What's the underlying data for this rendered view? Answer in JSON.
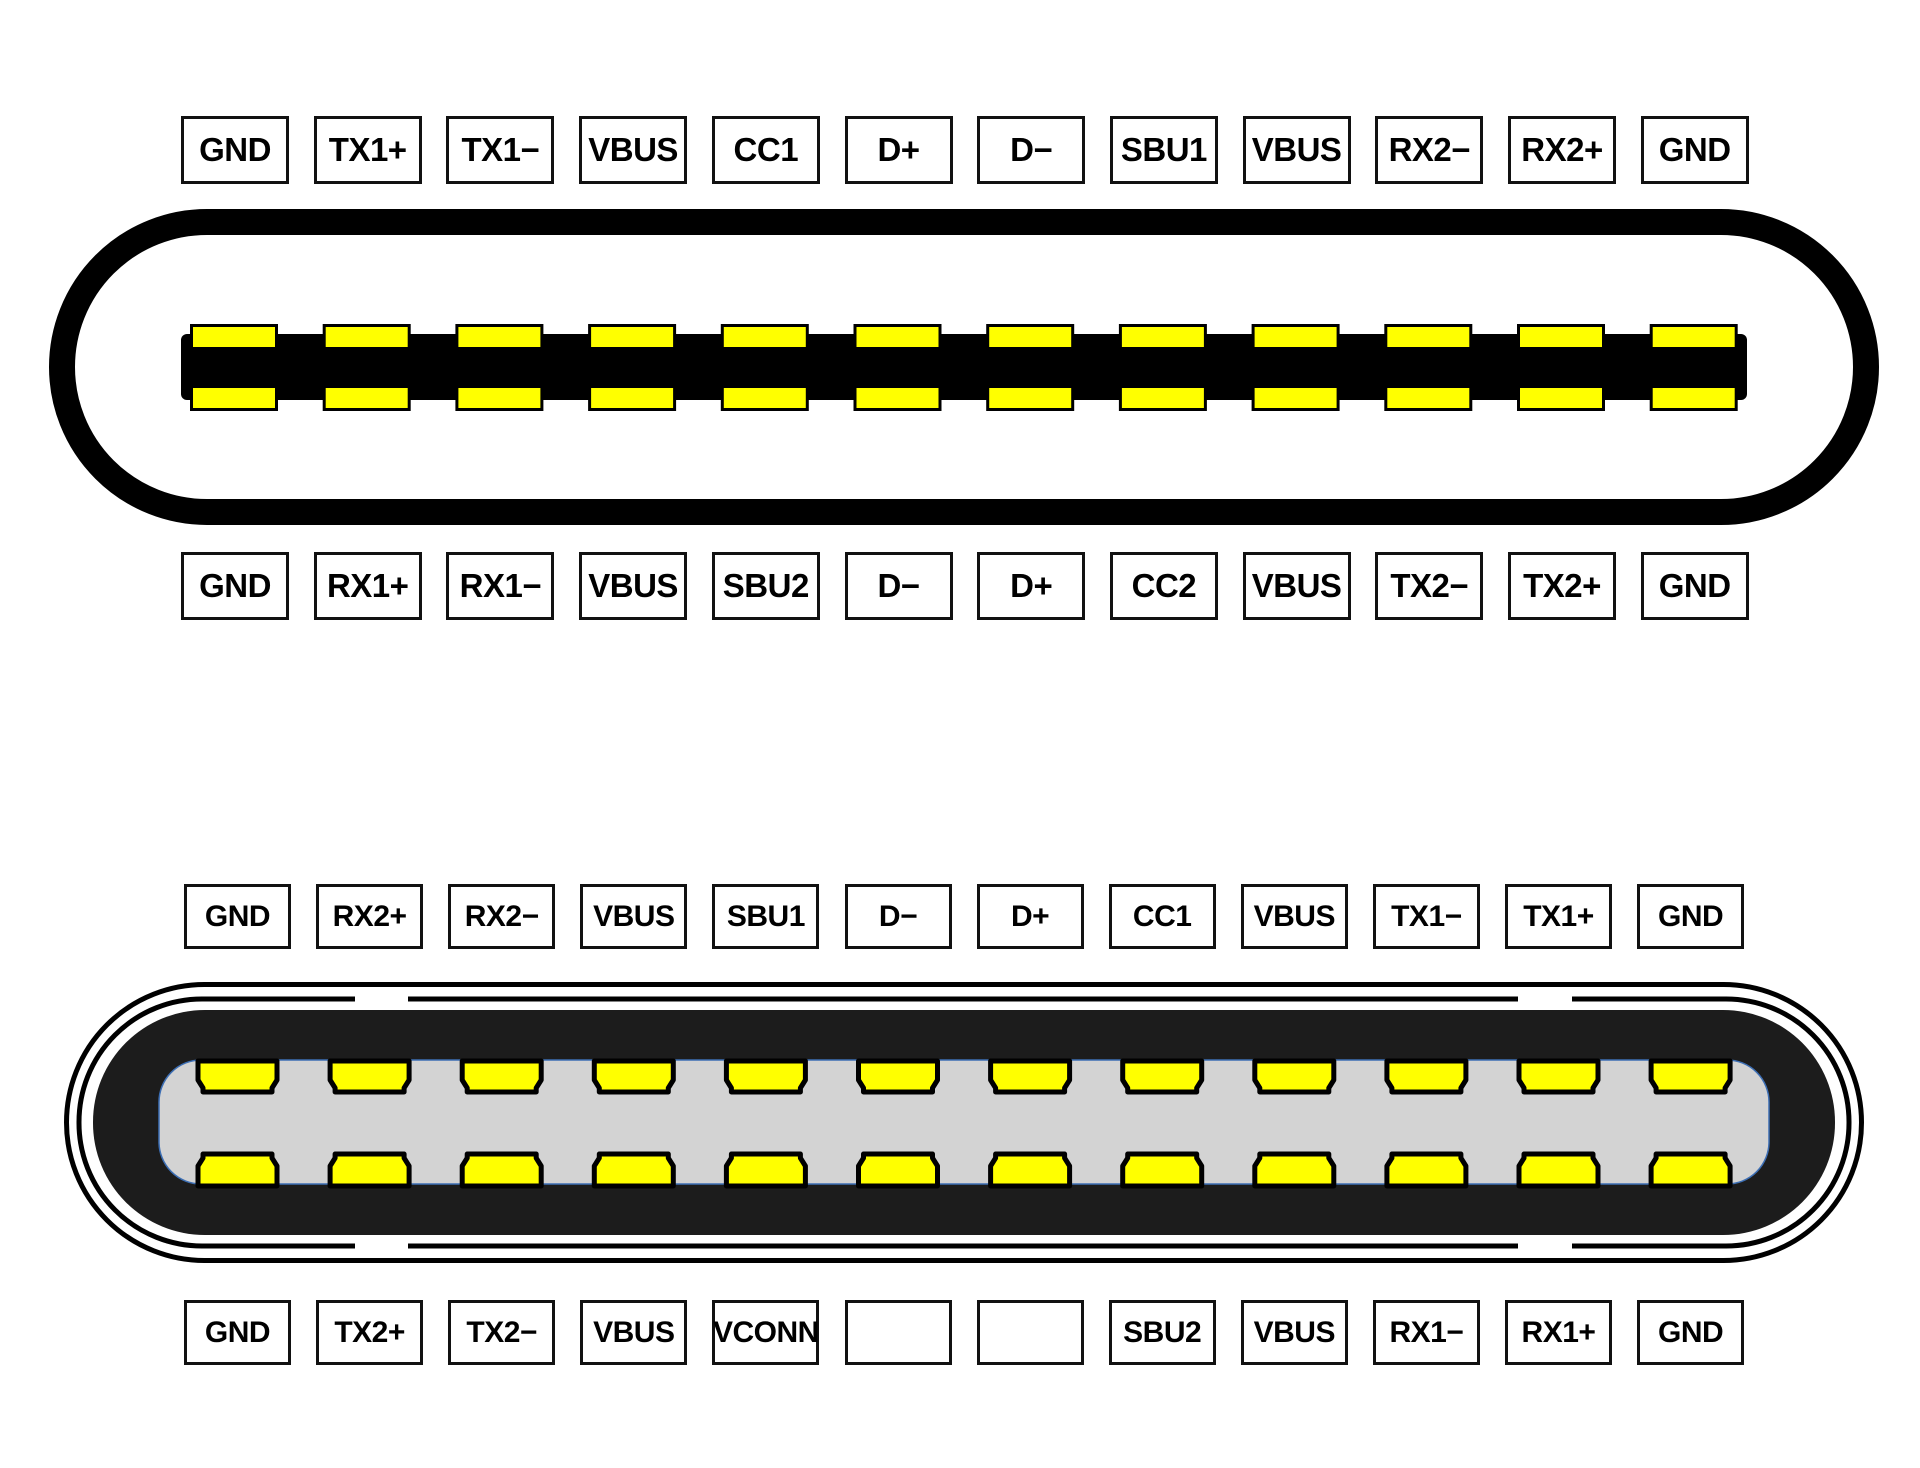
{
  "receptacle": {
    "top_row": [
      "GND",
      "TX1+",
      "TX1−",
      "VBUS",
      "CC1",
      "D+",
      "D−",
      "SBU1",
      "VBUS",
      "RX2−",
      "RX2+",
      "GND"
    ],
    "bottom_row": [
      "GND",
      "RX1+",
      "RX1−",
      "VBUS",
      "SBU2",
      "D−",
      "D+",
      "CC2",
      "VBUS",
      "TX2−",
      "TX2+",
      "GND"
    ]
  },
  "plug": {
    "top_row": [
      "GND",
      "RX2+",
      "RX2−",
      "VBUS",
      "SBU1",
      "D−",
      "D+",
      "CC1",
      "VBUS",
      "TX1−",
      "TX1+",
      "GND"
    ],
    "bottom_row": [
      "GND",
      "TX2+",
      "TX2−",
      "VBUS",
      "VCONN",
      "",
      "",
      "SBU2",
      "VBUS",
      "RX1−",
      "RX1+",
      "GND"
    ]
  },
  "colors": {
    "contact": "#ffff00",
    "shell": "#000000",
    "plug_body": "#1c1c1c",
    "plug_cavity": "#d3d3d3",
    "cavity_edge": "#3c6eb4"
  }
}
